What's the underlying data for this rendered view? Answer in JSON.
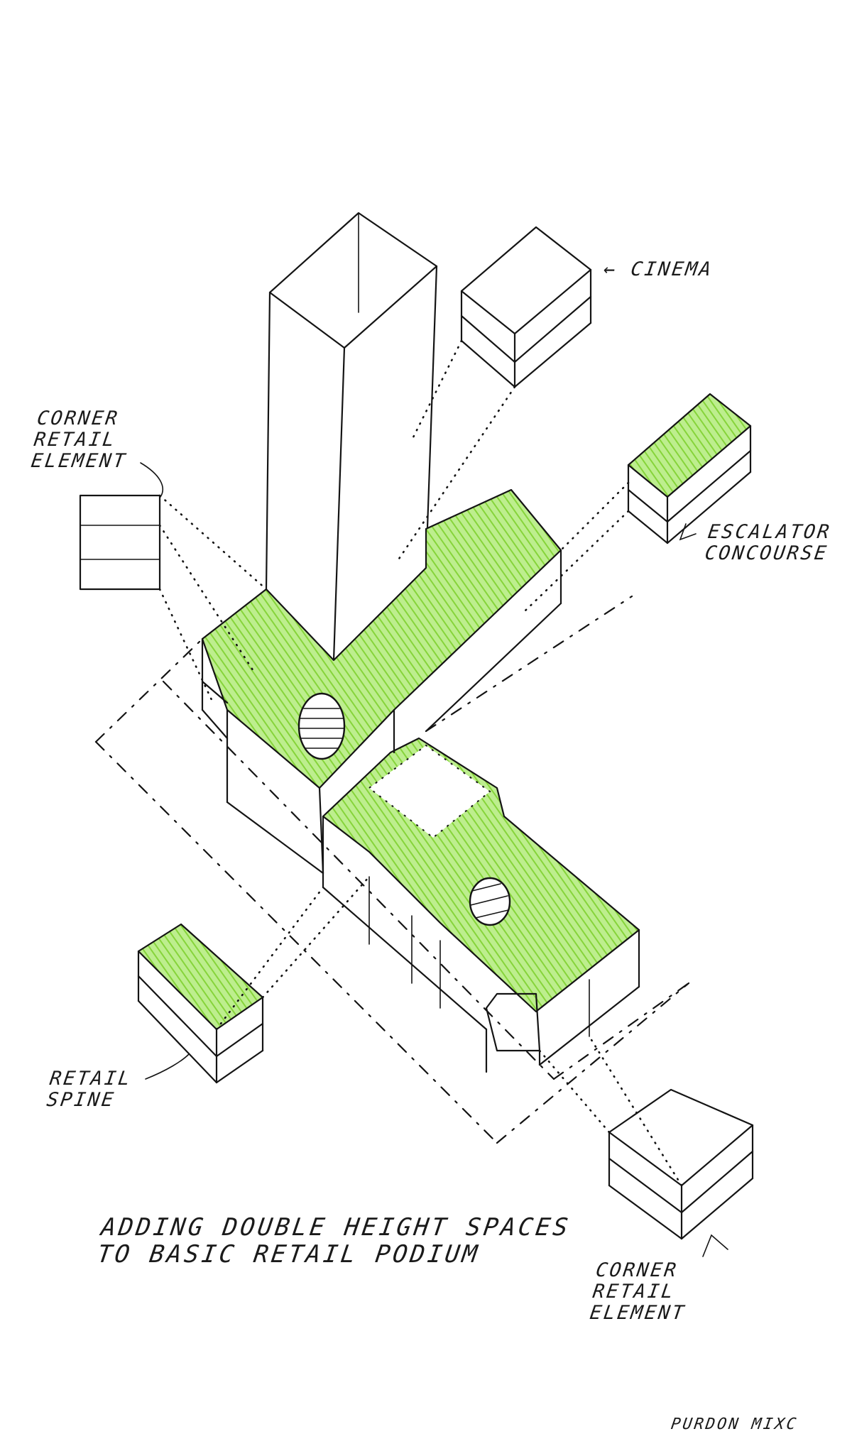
{
  "labels": {
    "cinema": "← CINEMA",
    "corner_retail_top": "CORNER\nRETAIL\nELEMENT",
    "escalator_concourse": "ESCALATOR\nCONCOURSE",
    "retail_spine": "RETAIL\nSPINE",
    "corner_retail_bottom": "CORNER\nRETAIL\nELEMENT"
  },
  "caption": "ADDING DOUBLE HEIGHT SPACES\nTO BASIC RETAIL PODIUM",
  "signature": "PURDON MIXC",
  "colors": {
    "ink": "#141414",
    "highlight": "#9ee05a",
    "paper": "#ffffff"
  }
}
